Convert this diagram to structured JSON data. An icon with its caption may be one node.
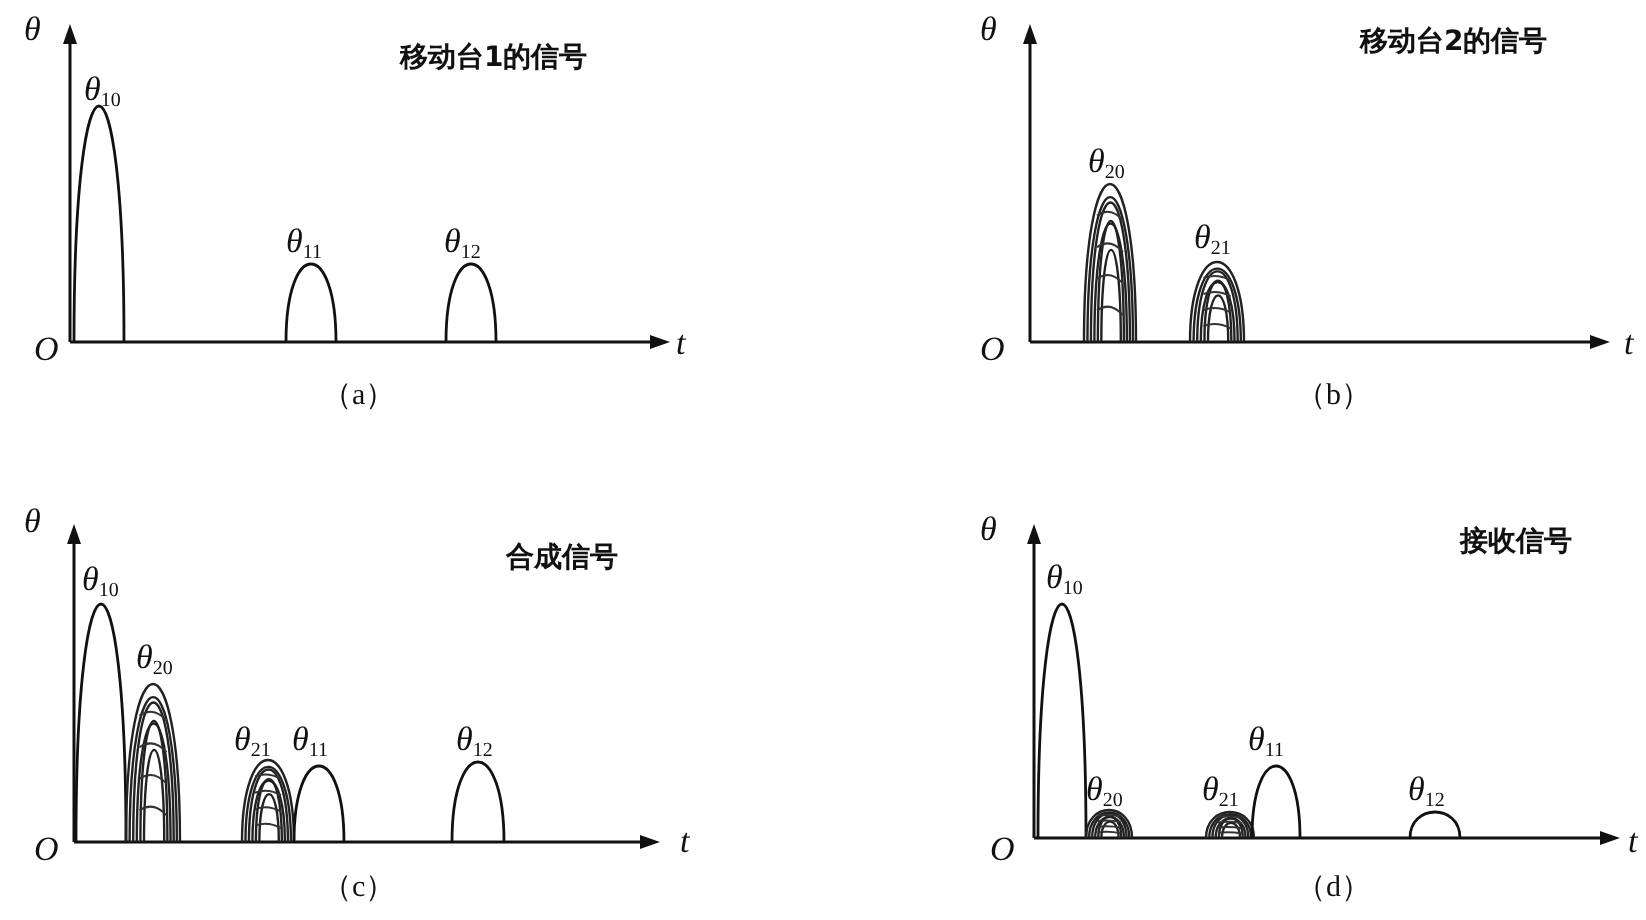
{
  "diagram": {
    "labels": [
      "θ",
      "移动台1的信号",
      "θ$_{10}$",
      "θ$_{11}$",
      "θ$_{12}$",
      "O",
      "t",
      "（a）",
      "θ",
      "移动台2的信号",
      "θ$_{20}$",
      "θ$_{21}$",
      "O",
      "t",
      "（b）",
      "θ",
      "合成信号",
      "θ$_{10}$",
      "θ$_{20}$",
      "θ$_{21}$",
      "θ$_{11}$",
      "θ$_{12}$",
      "O",
      "t",
      "（c）",
      "θ",
      "接收信号",
      "θ$_{10}$",
      "θ$_{20}$",
      "θ$_{21}$",
      "θ$_{11}$",
      "θ$_{12}$",
      "O",
      "t",
      "（d）"
    ]
  }
}
